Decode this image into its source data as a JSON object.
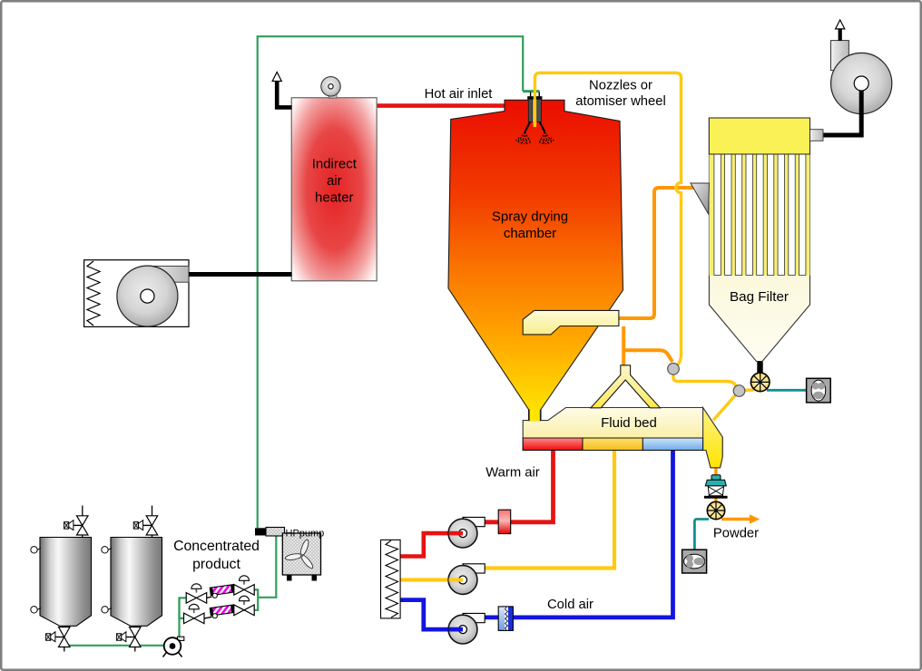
{
  "diagram": {
    "type": "process-flow-diagram",
    "labels": {
      "hot_air_inlet": "Hot air inlet",
      "nozzles_line1": "Nozzles or",
      "nozzles_line2": "atomiser wheel",
      "heater_line1": "Indirect",
      "heater_line2": "air",
      "heater_line3": "heater",
      "chamber_line1": "Spray drying",
      "chamber_line2": "chamber",
      "bag_filter": "Bag Filter",
      "fluid_bed": "Fluid bed",
      "warm_air": "Warm air",
      "cold_air": "Cold air",
      "powder": "Powder",
      "concentrated_line1": "Concentrated",
      "concentrated_line2": "product",
      "hp_pump": "HPpump"
    },
    "colors": {
      "product_line": "#2E9E5B",
      "fines_line": "#FFC913",
      "exhaust_line": "#FF9800",
      "hot_air_line": "#E81212",
      "cold_air_line": "#1414E0",
      "transport_line": "#12918F",
      "duct_line": "#000000",
      "chamber_top": "#EA0D00",
      "chamber_bottom": "#FFE800",
      "bag_filter_header": "#FAF157"
    }
  }
}
